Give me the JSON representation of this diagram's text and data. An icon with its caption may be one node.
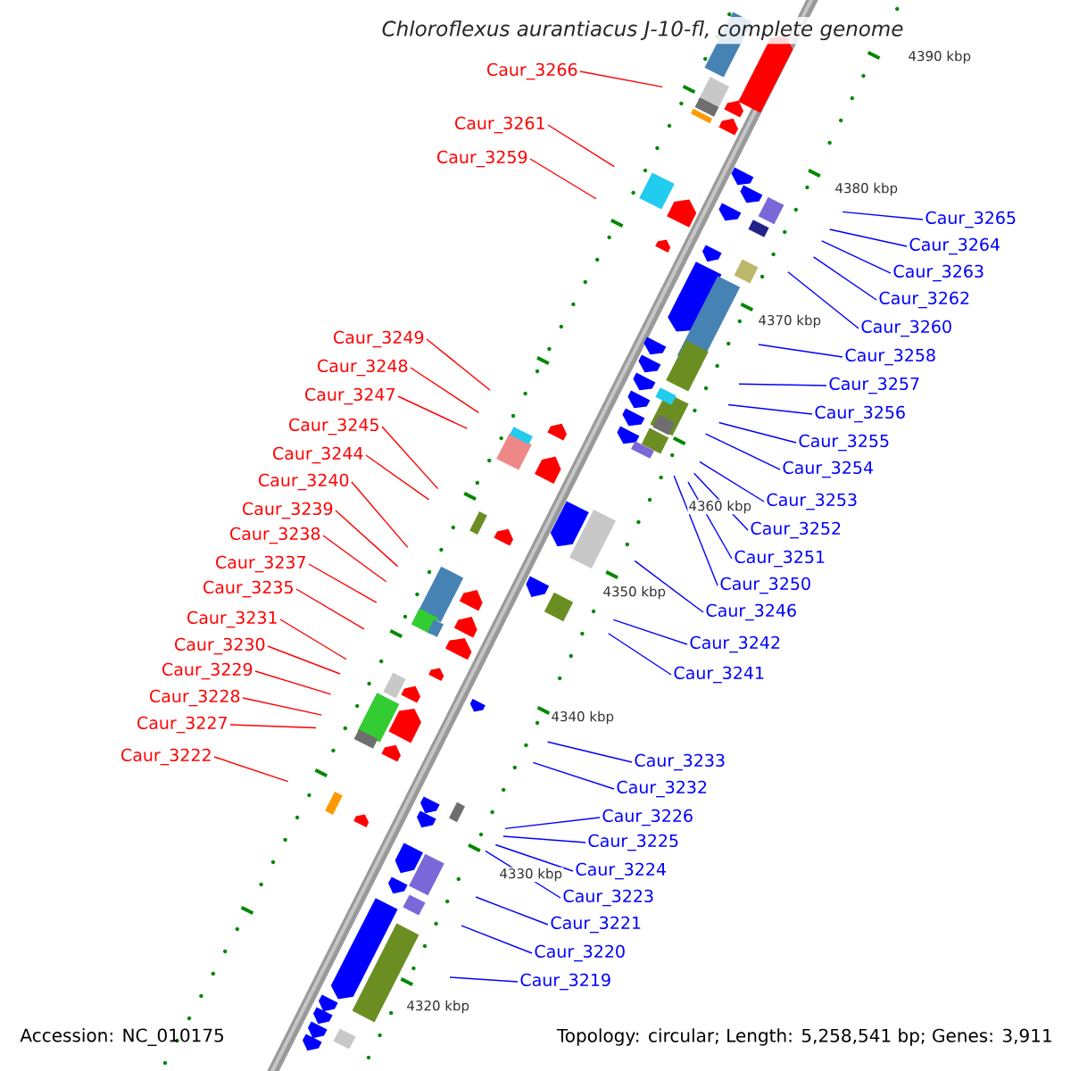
{
  "diagram": {
    "title": "Chloroflexus aurantiacus J-10-fl, complete genome",
    "nodes": [
      {
        "text": [
          "Caur_3266"
        ]
      },
      {
        "text": [
          "Caur_3261"
        ]
      },
      {
        "text": [
          "Caur_3259"
        ]
      },
      {
        "text": [
          "Caur_3249"
        ]
      },
      {
        "text": [
          "Caur_3248"
        ]
      },
      {
        "text": [
          "Caur_3247"
        ]
      },
      {
        "text": [
          "Caur_3245"
        ]
      },
      {
        "text": [
          "Caur_3244"
        ]
      },
      {
        "text": [
          "Caur_3240"
        ]
      },
      {
        "text": [
          "Caur_3239"
        ]
      },
      {
        "text": [
          "Caur_3238"
        ]
      },
      {
        "text": [
          "Caur_3237"
        ]
      },
      {
        "text": [
          "Caur_3235"
        ]
      },
      {
        "text": [
          "Caur_3231"
        ]
      },
      {
        "text": [
          "Caur_3230"
        ]
      },
      {
        "text": [
          "Caur_3229"
        ]
      },
      {
        "text": [
          "Caur_3228"
        ]
      },
      {
        "text": [
          "Caur_3227"
        ]
      },
      {
        "text": [
          "Caur_3222"
        ]
      },
      {
        "text": [
          "Caur_3265"
        ]
      },
      {
        "text": [
          "Caur_3264"
        ]
      },
      {
        "text": [
          "Caur_3263"
        ]
      },
      {
        "text": [
          "Caur_3262"
        ]
      },
      {
        "text": [
          "Caur_3260"
        ]
      },
      {
        "text": [
          "Caur_3258"
        ]
      },
      {
        "text": [
          "Caur_3257"
        ]
      },
      {
        "text": [
          "Caur_3256"
        ]
      },
      {
        "text": [
          "Caur_3255"
        ]
      },
      {
        "text": [
          "Caur_3254"
        ]
      },
      {
        "text": [
          "Caur_3253"
        ]
      },
      {
        "text": [
          "Caur_3252"
        ]
      },
      {
        "text": [
          "Caur_3251"
        ]
      },
      {
        "text": [
          "Caur_3250"
        ]
      },
      {
        "text": [
          "Caur_3246"
        ]
      },
      {
        "text": [
          "Caur_3242"
        ]
      },
      {
        "text": [
          "Caur_3241"
        ]
      },
      {
        "text": [
          "Caur_3233"
        ]
      },
      {
        "text": [
          "Caur_3232"
        ]
      },
      {
        "text": [
          "Caur_3226"
        ]
      },
      {
        "text": [
          "Caur_3225"
        ]
      },
      {
        "text": [
          "Caur_3224"
        ]
      },
      {
        "text": [
          "Caur_3223"
        ]
      },
      {
        "text": [
          "Caur_3221"
        ]
      },
      {
        "text": [
          "Caur_3220"
        ]
      },
      {
        "text": [
          "Caur_3219"
        ]
      }
    ],
    "edges": [
      {
        "from": 0,
        "to": null,
        "arrow": "none",
        "color": "#ff0000"
      },
      {
        "from": 1,
        "to": null,
        "arrow": "none",
        "color": "#ff0000"
      },
      {
        "from": 2,
        "to": null,
        "arrow": "none",
        "color": "#ff0000"
      },
      {
        "from": 3,
        "to": null,
        "arrow": "none",
        "color": "#ff0000"
      },
      {
        "from": 4,
        "to": null,
        "arrow": "none",
        "color": "#ff0000"
      },
      {
        "from": 5,
        "to": null,
        "arrow": "none",
        "color": "#ff0000"
      },
      {
        "from": 6,
        "to": null,
        "arrow": "none",
        "color": "#ff0000"
      },
      {
        "from": 7,
        "to": null,
        "arrow": "none",
        "color": "#ff0000"
      },
      {
        "from": 8,
        "to": null,
        "arrow": "none",
        "color": "#ff0000"
      },
      {
        "from": 9,
        "to": null,
        "arrow": "none",
        "color": "#ff0000"
      },
      {
        "from": 10,
        "to": null,
        "arrow": "none",
        "color": "#ff0000"
      },
      {
        "from": 11,
        "to": null,
        "arrow": "none",
        "color": "#ff0000"
      },
      {
        "from": 12,
        "to": null,
        "arrow": "none",
        "color": "#ff0000"
      },
      {
        "from": 13,
        "to": null,
        "arrow": "none",
        "color": "#ff0000"
      },
      {
        "from": 14,
        "to": null,
        "arrow": "none",
        "color": "#ff0000"
      },
      {
        "from": 15,
        "to": null,
        "arrow": "none",
        "color": "#ff0000"
      },
      {
        "from": 16,
        "to": null,
        "arrow": "none",
        "color": "#ff0000"
      },
      {
        "from": 17,
        "to": null,
        "arrow": "none",
        "color": "#ff0000"
      },
      {
        "from": 18,
        "to": null,
        "arrow": "none",
        "color": "#ff0000"
      },
      {
        "from": 19,
        "to": null,
        "arrow": "none"
      },
      {
        "from": 20,
        "to": null,
        "arrow": "none"
      },
      {
        "from": 21,
        "to": null,
        "arrow": "none"
      },
      {
        "from": 22,
        "to": null,
        "arrow": "none"
      },
      {
        "from": 23,
        "to": null,
        "arrow": "none"
      },
      {
        "from": 24,
        "to": null,
        "arrow": "none"
      },
      {
        "from": 25,
        "to": null,
        "arrow": "none"
      },
      {
        "from": 26,
        "to": null,
        "arrow": "none"
      },
      {
        "from": 27,
        "to": null,
        "arrow": "none"
      },
      {
        "from": 28,
        "to": null,
        "arrow": "none"
      },
      {
        "from": 29,
        "to": null,
        "arrow": "none"
      },
      {
        "from": 30,
        "to": null,
        "arrow": "none"
      },
      {
        "from": 31,
        "to": null,
        "arrow": "none"
      },
      {
        "from": 32,
        "to": null,
        "arrow": "none"
      },
      {
        "from": 33,
        "to": null,
        "arrow": "none"
      },
      {
        "from": 34,
        "to": null,
        "arrow": "none"
      },
      {
        "from": 35,
        "to": null,
        "arrow": "none"
      },
      {
        "from": 36,
        "to": null,
        "arrow": "none"
      },
      {
        "from": 37,
        "to": null,
        "arrow": "none"
      },
      {
        "from": 38,
        "to": null,
        "arrow": "none"
      },
      {
        "from": 39,
        "to": null,
        "arrow": "none"
      },
      {
        "from": 40,
        "to": null,
        "arrow": "none"
      },
      {
        "from": 41,
        "to": null,
        "arrow": "none"
      },
      {
        "from": 42,
        "to": null,
        "arrow": "none"
      },
      {
        "from": 43,
        "to": null,
        "arrow": "none"
      },
      {
        "from": 44,
        "to": null,
        "arrow": "none"
      }
    ],
    "labels": [
      "4390 kbp",
      "4380 kbp",
      "4370 kbp",
      "4360 kbp",
      "4350 kbp",
      "4340 kbp",
      "4330 kbp",
      "4320 kbp",
      "Accession: NC_010175",
      "Topology: circular; Length: 5,258,541 bp; Genes: 3,911"
    ]
  }
}
